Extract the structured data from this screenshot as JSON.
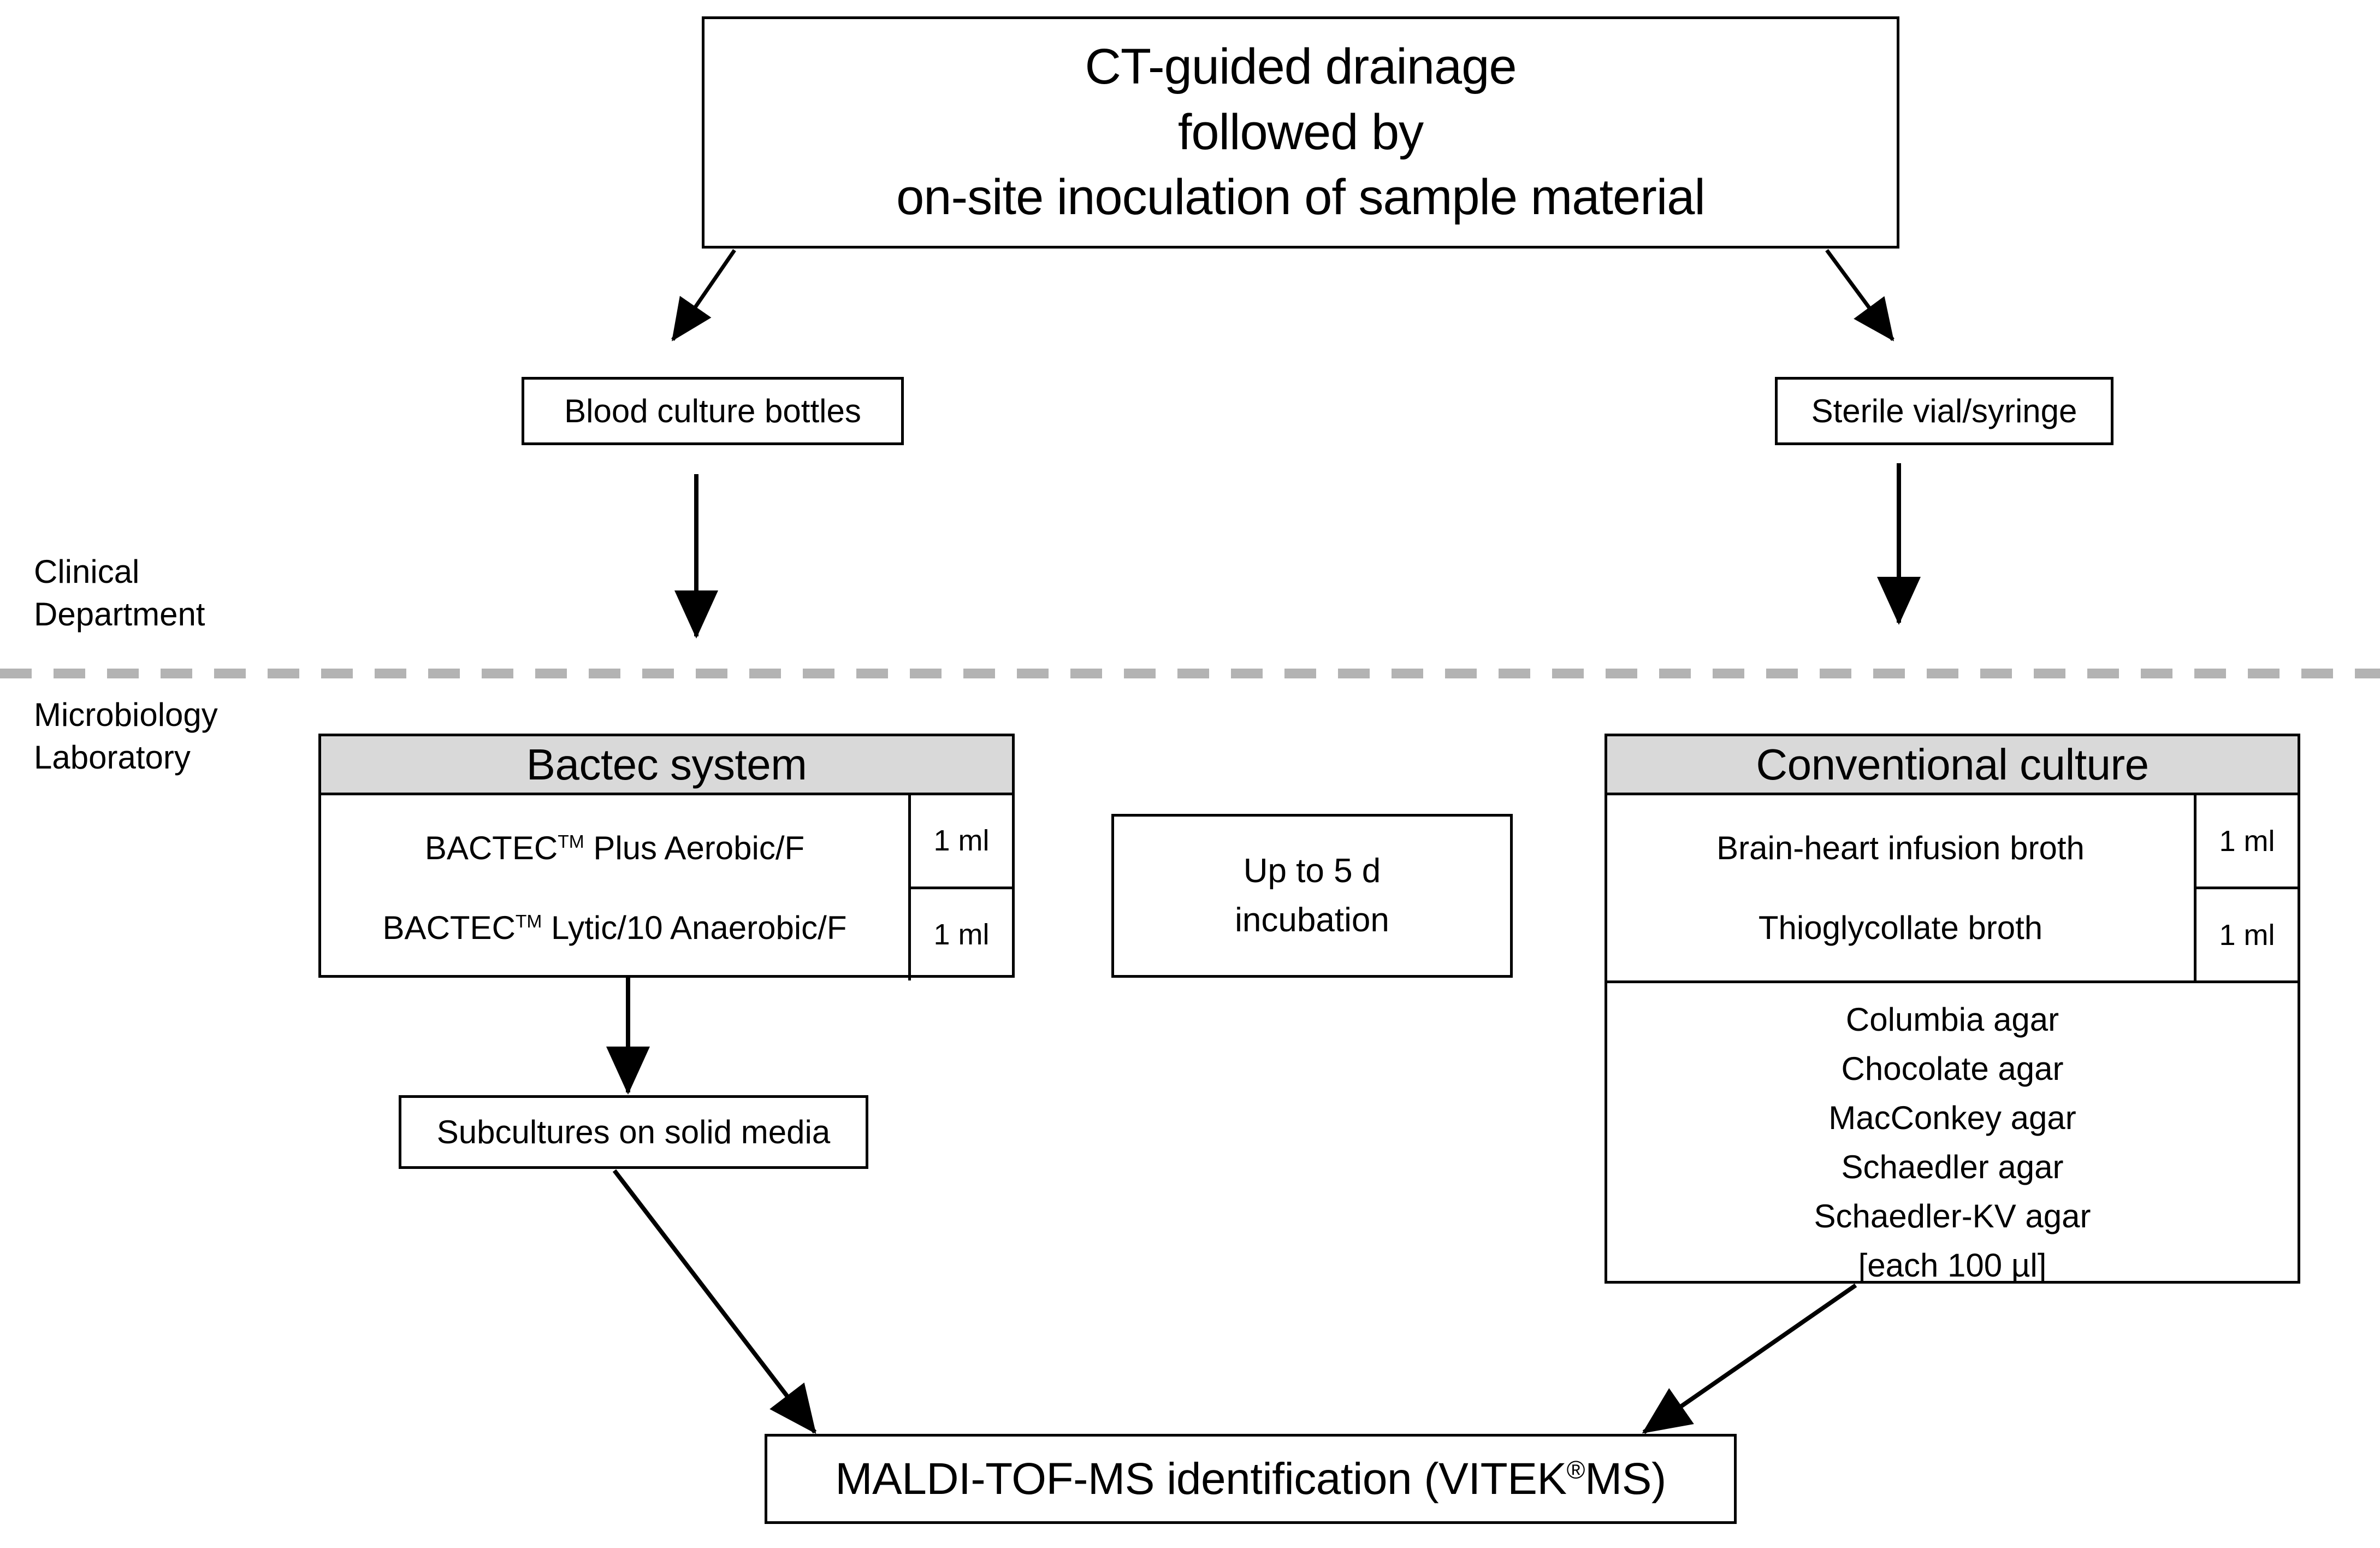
{
  "diagram": {
    "title_box": {
      "line1": "CT-guided drainage",
      "line2": "followed by",
      "line3": "on-site inoculation of sample material"
    },
    "sample_containers": {
      "blood_culture": "Blood culture bottles",
      "sterile_vial": "Sterile vial/syringe"
    },
    "divider_labels": {
      "clinical": "Clinical\nDepartment",
      "microbiology": "Microbiology\nLaboratory"
    },
    "bactec": {
      "header": "Bactec system",
      "rows": [
        {
          "name_pre": "BACTEC",
          "name_sup": "TM",
          "name_post": " Plus Aerobic/F",
          "volume": "1 ml"
        },
        {
          "name_pre": "BACTEC",
          "name_sup": "TM",
          "name_post": " Lytic/10 Anaerobic/F",
          "volume": "1 ml"
        }
      ]
    },
    "incubation": {
      "line1": "Up to 5 d",
      "line2": "incubation"
    },
    "conventional": {
      "header": "Conventional culture",
      "rows": [
        {
          "name": "Brain-heart infusion broth",
          "volume": "1 ml"
        },
        {
          "name": "Thioglycollate broth",
          "volume": "1 ml"
        }
      ],
      "agars": [
        "Columbia agar",
        "Chocolate agar",
        "MacConkey agar",
        "Schaedler agar",
        "Schaedler-KV agar",
        "[each 100 µl]"
      ]
    },
    "subcultures": "Subcultures on solid media",
    "identification": {
      "pre": "MALDI-TOF-MS identification (VITEK",
      "sup": "®",
      "post": "MS)"
    },
    "colors": {
      "header_fill": "#d9d9d9",
      "line": "#000000",
      "divider": "#b3b3b3"
    }
  }
}
